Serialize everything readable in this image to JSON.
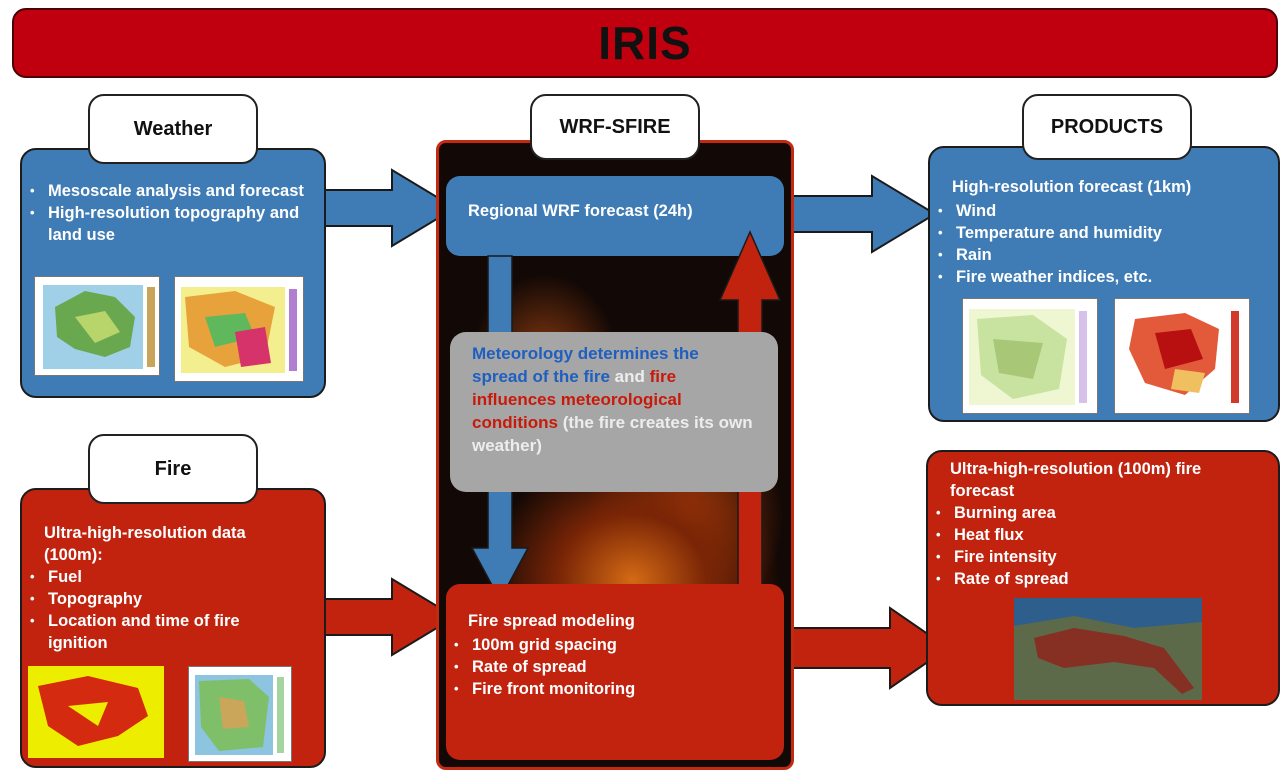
{
  "banner": {
    "title": "IRIS"
  },
  "weather": {
    "label": "Weather",
    "items": [
      "Mesoscale analysis and forecast",
      "High-resolution topography and land use"
    ]
  },
  "fire": {
    "label": "Fire",
    "intro": "Ultra-high-resolution data (100m):",
    "items": [
      "Fuel",
      "Topography",
      "Location and time of fire ignition"
    ]
  },
  "wrf": {
    "label": "WRF-SFIRE",
    "regional": "Regional WRF forecast (24h)",
    "center": {
      "part1": "Meteorology determines the",
      "part2": "spread of the fire",
      "part3": "and",
      "part4": "fire",
      "part5": "influences meteorological conditions",
      "part6": "(the fire creates its own weather)"
    },
    "spread_title": "Fire spread modeling",
    "spread_items": [
      "100m grid spacing",
      "Rate of spread",
      "Fire front monitoring"
    ]
  },
  "products": {
    "label": "PRODUCTS",
    "forecast_title": "High-resolution forecast (1km)",
    "forecast_items": [
      "Wind",
      "Temperature and humidity",
      "Rain",
      "Fire weather indices, etc."
    ],
    "fire_title": "Ultra-high-resolution (100m) fire forecast",
    "fire_items": [
      "Burning area",
      "Heat flux",
      "Fire intensity",
      "Rate of spread"
    ]
  },
  "colors": {
    "blue": "#3f7bb4",
    "red": "#c1230f",
    "banner": "#c0000f",
    "gray": "#a6a6a6"
  }
}
